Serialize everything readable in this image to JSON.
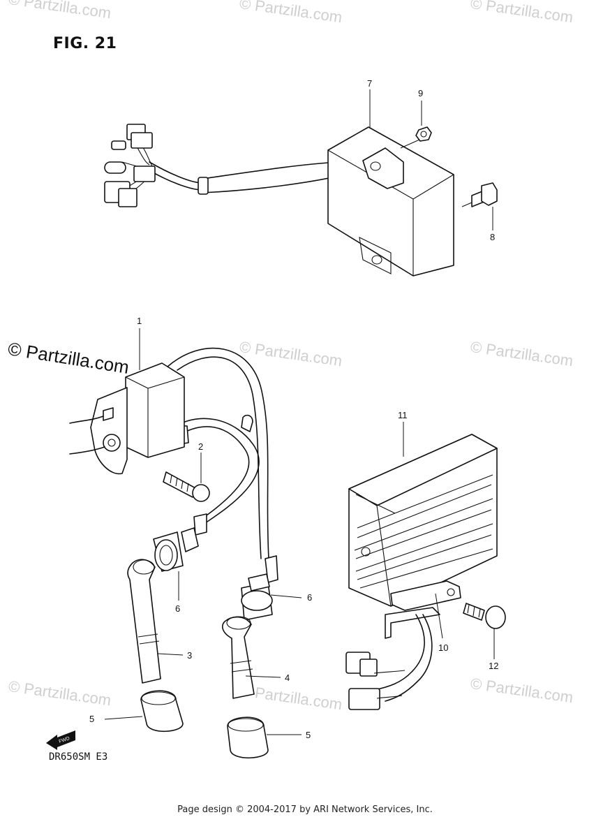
{
  "figure": {
    "title": "FIG. 21",
    "model": "DR650SM  E3",
    "footer": "Page design © 2004-2017 by ARI Network Services, Inc."
  },
  "watermarks": {
    "light": "© Partzilla.com",
    "dark": "© Partzilla.com"
  },
  "callouts": {
    "c1": "1",
    "c2": "2",
    "c3": "3",
    "c4": "4",
    "c5a": "5",
    "c5b": "5",
    "c6a": "6",
    "c6b": "6",
    "c7": "7",
    "c8": "8",
    "c9": "9",
    "c10": "10",
    "c11": "11",
    "c12": "12"
  },
  "arrow_label": "FWD"
}
